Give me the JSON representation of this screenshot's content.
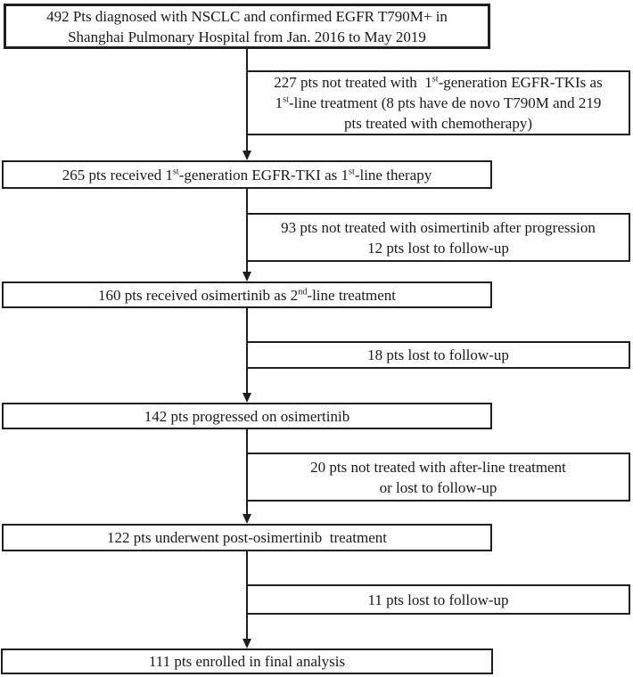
{
  "colors": {
    "border": "#1f1f1f",
    "background": "#ffffff",
    "text": "#1a1a1a"
  },
  "flowchart": {
    "main_boxes": [
      {
        "id": "diagnosed",
        "text": "492 Pts diagnosed with NSCLC and confirmed EGFR T790M+ in\nShanghai Pulmonary Hospital from Jan. 2016 to May 2019"
      },
      {
        "id": "first-line-tki",
        "text": "265 pts received 1^{st}-generation EGFR-TKI as 1^{st}-line therapy"
      },
      {
        "id": "osimertinib-2nd",
        "text": "160 pts received osimertinib as 2^{nd}-line treatment"
      },
      {
        "id": "progressed",
        "text": "142 pts progressed on osimertinib"
      },
      {
        "id": "post-osimertinib",
        "text": "122 pts underwent post-osimertinib  treatment"
      },
      {
        "id": "final-analysis",
        "text": "111 pts enrolled in final analysis"
      }
    ],
    "exclusion_boxes": [
      {
        "id": "not-first-gen-tki",
        "text": "227 pts not treated with  1^{st}-generation EGFR-TKIs as\n1^{st}-line treatment (8 pts have de novo T790M and 219\npts treated with chemotherapy)"
      },
      {
        "id": "no-osimertinib",
        "text": "93 pts not treated with osimertinib after progression\n12 pts lost to follow-up"
      },
      {
        "id": "lost-to-followup-18",
        "text": "18 pts lost to follow-up"
      },
      {
        "id": "no-afterline",
        "text": "20 pts not treated with after-line treatment\nor lost to follow-up"
      },
      {
        "id": "lost-to-followup-11",
        "text": "11 pts lost to follow-up"
      }
    ]
  }
}
